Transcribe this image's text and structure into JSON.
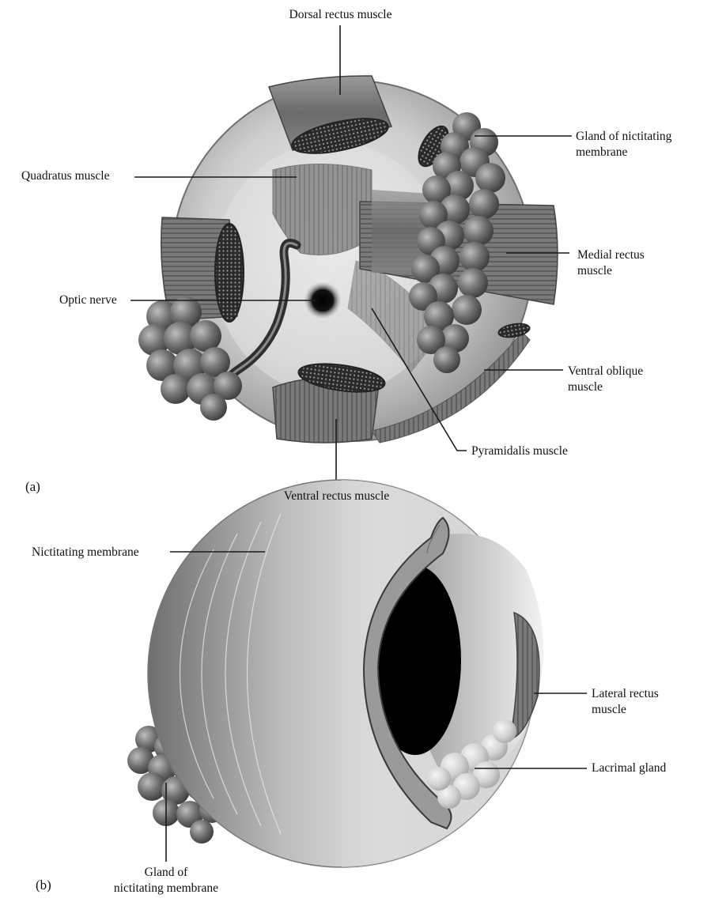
{
  "panel_a": {
    "tag": "(a)",
    "labels": {
      "dorsal_rectus": "Dorsal rectus muscle",
      "gland_nictitating": [
        "Gland of nictitating",
        "membrane"
      ],
      "quadratus": "Quadratus muscle",
      "medial_rectus": [
        "Medial rectus",
        "muscle"
      ],
      "optic_nerve": "Optic nerve",
      "ventral_oblique": [
        "Ventral oblique",
        "muscle"
      ],
      "pyramidalis": "Pyramidalis muscle",
      "ventral_rectus": "Ventral rectus muscle"
    }
  },
  "panel_b": {
    "tag": "(b)",
    "labels": {
      "nictitating_membrane": "Nictitating membrane",
      "lateral_rectus": [
        "Lateral rectus",
        "muscle"
      ],
      "lacrimal_gland": "Lacrimal gland",
      "gland_nictitating": [
        "Gland of",
        "nictitating membrane"
      ]
    }
  },
  "colors": {
    "line": "#1a1a1a",
    "muscle": "#7d7d7d",
    "gland": "#6e6e6e",
    "eyeball": "#cfcfcf",
    "pupil": "#000000"
  }
}
